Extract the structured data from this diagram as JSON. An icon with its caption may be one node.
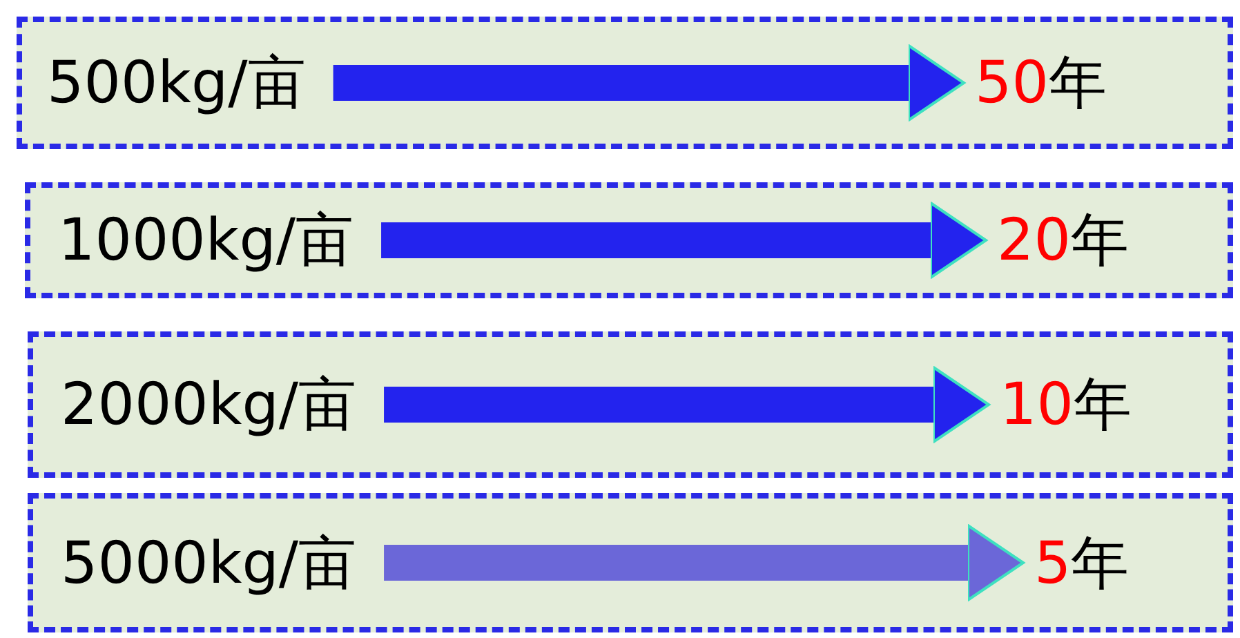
{
  "diagram": {
    "nodes": [
      {
        "text": [],
        "shape": "box"
      },
      {
        "text": [
          "500kg/亩"
        ],
        "in": 0
      },
      {
        "text": [
          "50年"
        ],
        "in": 0
      },
      {
        "text": [],
        "shape": "box"
      },
      {
        "text": [
          "1000kg/亩"
        ],
        "in": 3
      },
      {
        "text": [
          "20年"
        ],
        "in": 3
      },
      {
        "text": [],
        "shape": "box"
      },
      {
        "text": [
          "2000kg/亩"
        ],
        "in": 6
      },
      {
        "text": [
          "10年"
        ],
        "in": 6
      },
      {
        "text": [],
        "shape": "box"
      },
      {
        "text": [
          "5000kg/亩"
        ],
        "in": 9
      },
      {
        "text": [
          "5年"
        ],
        "in": 9
      }
    ],
    "edges": [
      {
        "from": 1,
        "to": 2,
        "arrow": "to"
      },
      {
        "from": 4,
        "to": 5,
        "arrow": "to"
      },
      {
        "from": 7,
        "to": 8,
        "arrow": "to"
      },
      {
        "from": 10,
        "to": 11,
        "arrow": "to",
        "color": "#6b67d8"
      }
    ]
  }
}
